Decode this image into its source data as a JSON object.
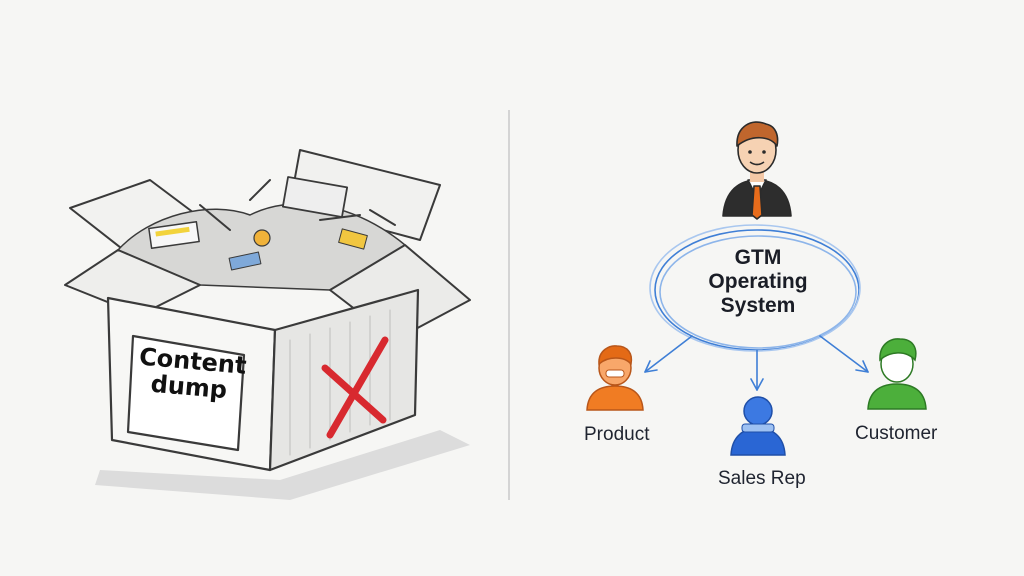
{
  "left_panel": {
    "label_line1": "Content",
    "label_line2": "dump",
    "reject_mark_icon": "red-x-icon"
  },
  "right_panel": {
    "hub_line1": "GTM",
    "hub_line2": "Operating",
    "hub_line3": "System",
    "nodes": {
      "product": "Product",
      "sales_rep": "Sales Rep",
      "customer": "Customer"
    },
    "colors": {
      "hub_ring": "#3f7fd6",
      "product": "#f07c23",
      "sales_rep": "#2a66d4",
      "customer": "#4caf3b",
      "reject_x": "#d8292f"
    }
  }
}
